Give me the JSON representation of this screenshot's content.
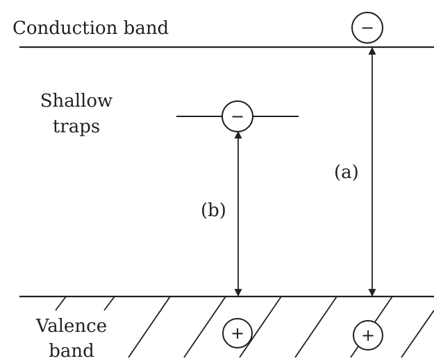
{
  "labels": {
    "conduction_band": "Conduction band",
    "shallow_traps_line1": "Shallow",
    "shallow_traps_line2": "traps",
    "valence_band_line1": "Valence",
    "valence_band_line2": "band",
    "transition_a": "(a)",
    "transition_b": "(b)"
  },
  "symbols": {
    "electron": "−",
    "hole": "+"
  },
  "colors": {
    "ink": "#231f20",
    "background": "#ffffff"
  }
}
